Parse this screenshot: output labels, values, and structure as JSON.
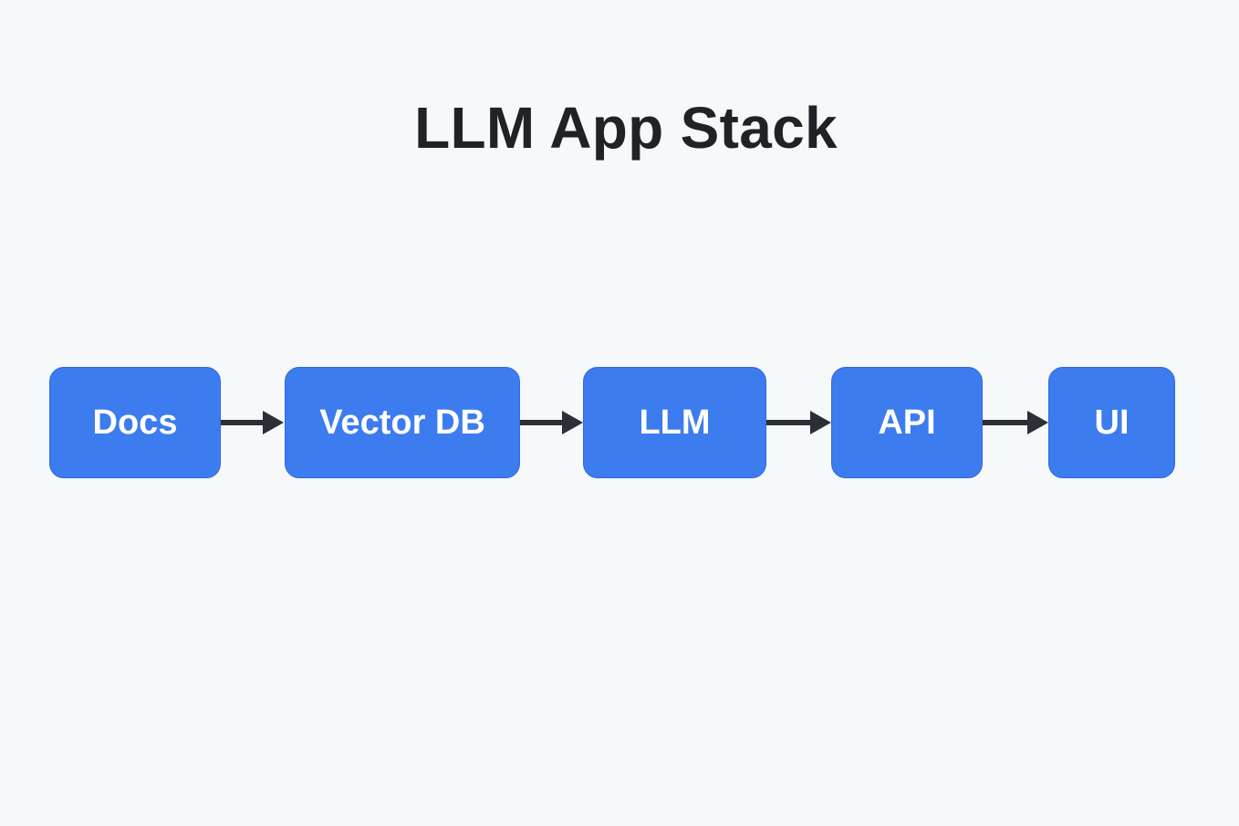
{
  "diagram": {
    "title": "LLM App Stack",
    "nodes": [
      {
        "id": "docs",
        "label": "Docs"
      },
      {
        "id": "vector-db",
        "label": "Vector DB"
      },
      {
        "id": "llm",
        "label": "LLM"
      },
      {
        "id": "api",
        "label": "API"
      },
      {
        "id": "ui",
        "label": "UI"
      }
    ],
    "edges": [
      {
        "from": "docs",
        "to": "vector-db"
      },
      {
        "from": "vector-db",
        "to": "llm"
      },
      {
        "from": "llm",
        "to": "api"
      },
      {
        "from": "api",
        "to": "ui"
      }
    ],
    "colors": {
      "node_fill": "#3d7cee",
      "node_text": "#ffffff",
      "arrow": "#2b2f36",
      "title": "#1f2328",
      "background": "#f7f8f9"
    }
  }
}
